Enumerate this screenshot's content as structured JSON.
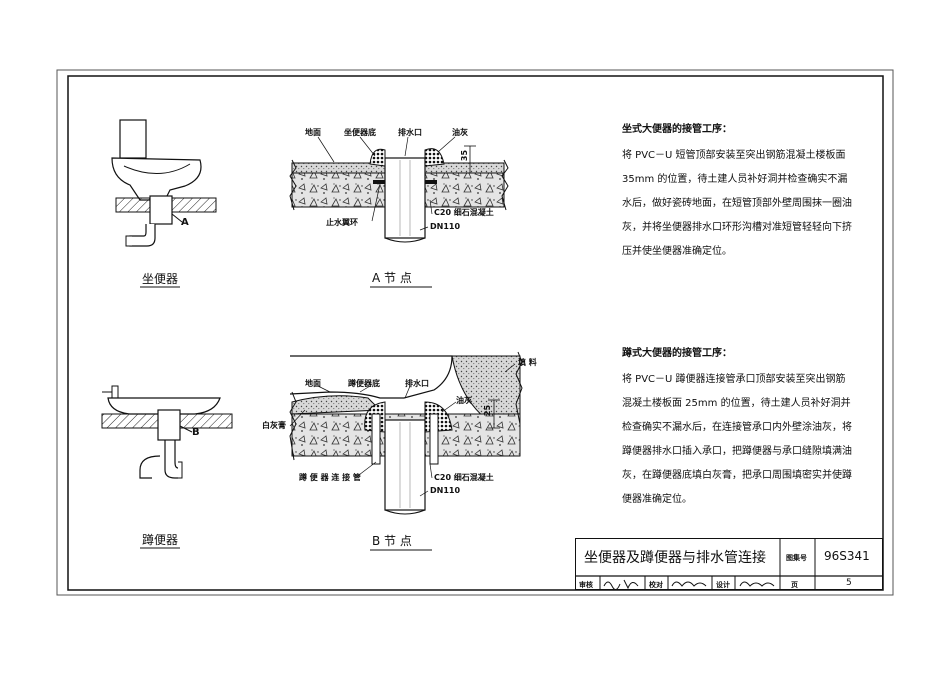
{
  "drawing": {
    "title": "坐便器及蹲便器与排水管连接",
    "atlas_no_label": "图集号",
    "atlas_no": "96S341",
    "review_label": "审核",
    "check_label": "校对",
    "design_label": "设计",
    "page_label": "页",
    "page_no": "5"
  },
  "figures": {
    "toilet_caption": "坐便器",
    "squat_caption": "蹲便器",
    "detail_a_caption": "A 节 点",
    "detail_b_caption": "B 节 点",
    "marker_a": "A",
    "marker_b": "B"
  },
  "labels_a": {
    "floor": "地面",
    "toilet_base": "坐便器底",
    "outlet": "排水口",
    "putty": "油灰",
    "dim": "35",
    "water_stop_ring": "止水翼环",
    "concrete": "C20 细石混凝土",
    "pipe": "DN110"
  },
  "labels_b": {
    "floor": "地面",
    "squat_base": "蹲便器底",
    "outlet": "排水口",
    "filler": "填 料",
    "putty": "油灰",
    "dim": "25",
    "lime_paste": "白灰膏",
    "connector": "蹲 便 器 连 接 管",
    "concrete": "C20 细石混凝土",
    "pipe": "DN110"
  },
  "notes": {
    "toilet_heading": "坐式大便器的接管工序：",
    "toilet_lines": [
      "将  PVC－U  短管顶部安装至突出钢筋混凝土楼板面",
      "35mm  的位置，待土建人员补好洞并检查确实不漏",
      "水后，做好瓷砖地面，在短管顶部外壁周围抹一圈油",
      "灰，并将坐便器排水口环形沟槽对准短管轻轻向下挤",
      "压并使坐便器准确定位。"
    ],
    "squat_heading": "蹲式大便器的接管工序：",
    "squat_lines": [
      "将  PVC－U  蹲便器连接管承口顶部安装至突出钢筋",
      "混凝土楼板面  25mm 的位置，待土建人员补好洞并",
      "检查确实不漏水后，在连接管承口内外壁涂油灰，将",
      "蹲便器排水口插入承口，把蹲便器与承口缝隙填满油",
      "灰，在蹲便器底填白灰膏，把承口周围填密实并使蹲",
      "便器准确定位。"
    ]
  }
}
